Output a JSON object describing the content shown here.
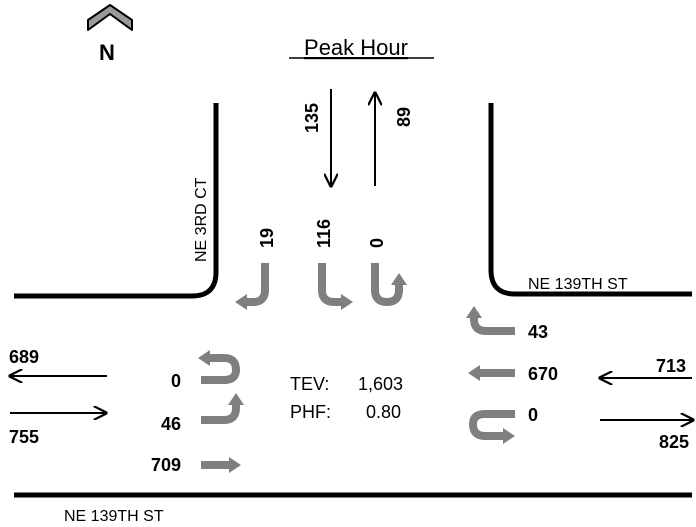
{
  "title": "Peak Hour",
  "north_label": "N",
  "streets": {
    "north_leg": "NE 3RD CT",
    "east_leg": "NE 139TH ST",
    "south_edge": "NE 139TH ST"
  },
  "summary": {
    "tev_label": "TEV:",
    "tev_value": "1,603",
    "phf_label": "PHF:",
    "phf_value": "0.80"
  },
  "approach_volumes": {
    "north_in": "135",
    "north_out": "89",
    "west_out": "689",
    "west_in": "755",
    "east_in": "713",
    "east_out": "825"
  },
  "turning_movements": {
    "southbound": {
      "right": "19",
      "left": "116",
      "uturn": "0"
    },
    "eastbound": {
      "uturn": "0",
      "left": "46",
      "through": "709"
    },
    "westbound": {
      "right": "43",
      "through": "670",
      "uturn": "0"
    }
  },
  "colors": {
    "movement_arrow": "#7f7f7f",
    "road_line": "#000000"
  }
}
